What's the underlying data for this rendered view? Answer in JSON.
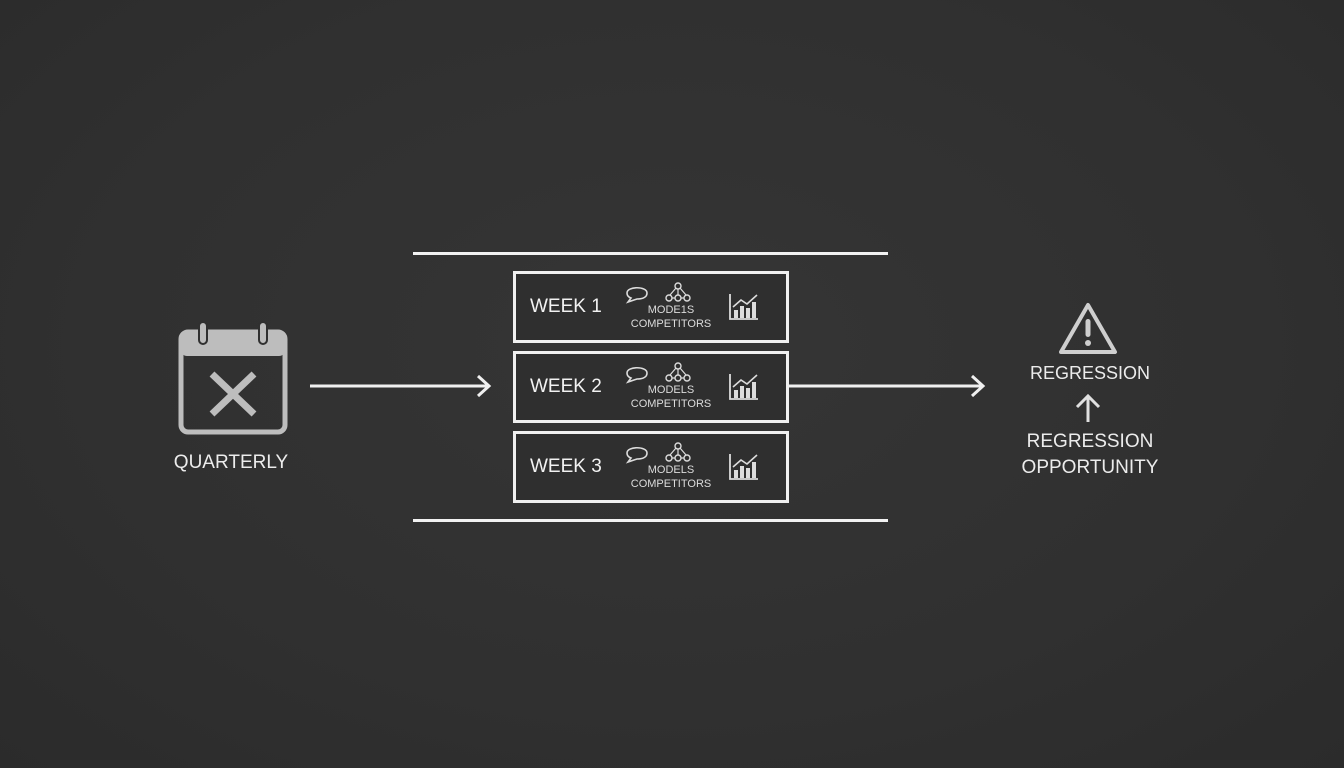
{
  "left": {
    "label": "QUARTERLY",
    "icon": "calendar-x-icon"
  },
  "weeks": [
    {
      "label": "WEEK 1",
      "line1": "MODE1S",
      "line2": "COMPETITORS"
    },
    {
      "label": "WEEK 2",
      "line1": "MODELS",
      "line2": "COMPETITORS"
    },
    {
      "label": "WEEK 3",
      "line1": "MODELS",
      "line2": "COMPETITORS"
    }
  ],
  "right": {
    "top_label": "REGRESSION",
    "bottom_label_line1": "REGRESSION",
    "bottom_label_line2": "OPPORTUNITY",
    "icon": "warning-icon"
  }
}
